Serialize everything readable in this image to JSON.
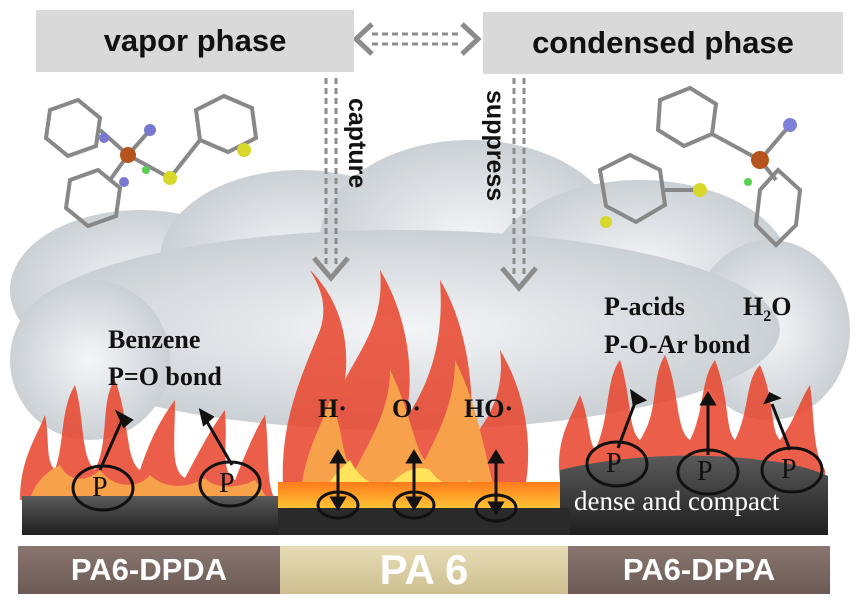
{
  "phases": {
    "vapor": "vapor phase",
    "condensed": "condensed phase"
  },
  "mechanisms": {
    "capture": "capture",
    "suppress": "suppress"
  },
  "left_products": {
    "line1": "Benzene",
    "line2": "P=O bond"
  },
  "right_products": {
    "acids": "P-acids",
    "water_base": "H",
    "water_sub": "2",
    "water_tail": "O",
    "bond": "P-O-Ar bond"
  },
  "radicals": [
    "H·",
    "O·",
    "HO·"
  ],
  "phosphorus_label": "P",
  "char_label": "dense and compact",
  "materials": {
    "left": "PA6-DPDA",
    "center": "PA 6",
    "right": "PA6-DPPA"
  },
  "colors": {
    "flame_outer": "#e8432a",
    "flame_inner": "#f7a24a",
    "flame_core": "#ffe35a",
    "phase_box": "#d9d9d9",
    "arrow_gray": "#8c8c8c"
  }
}
